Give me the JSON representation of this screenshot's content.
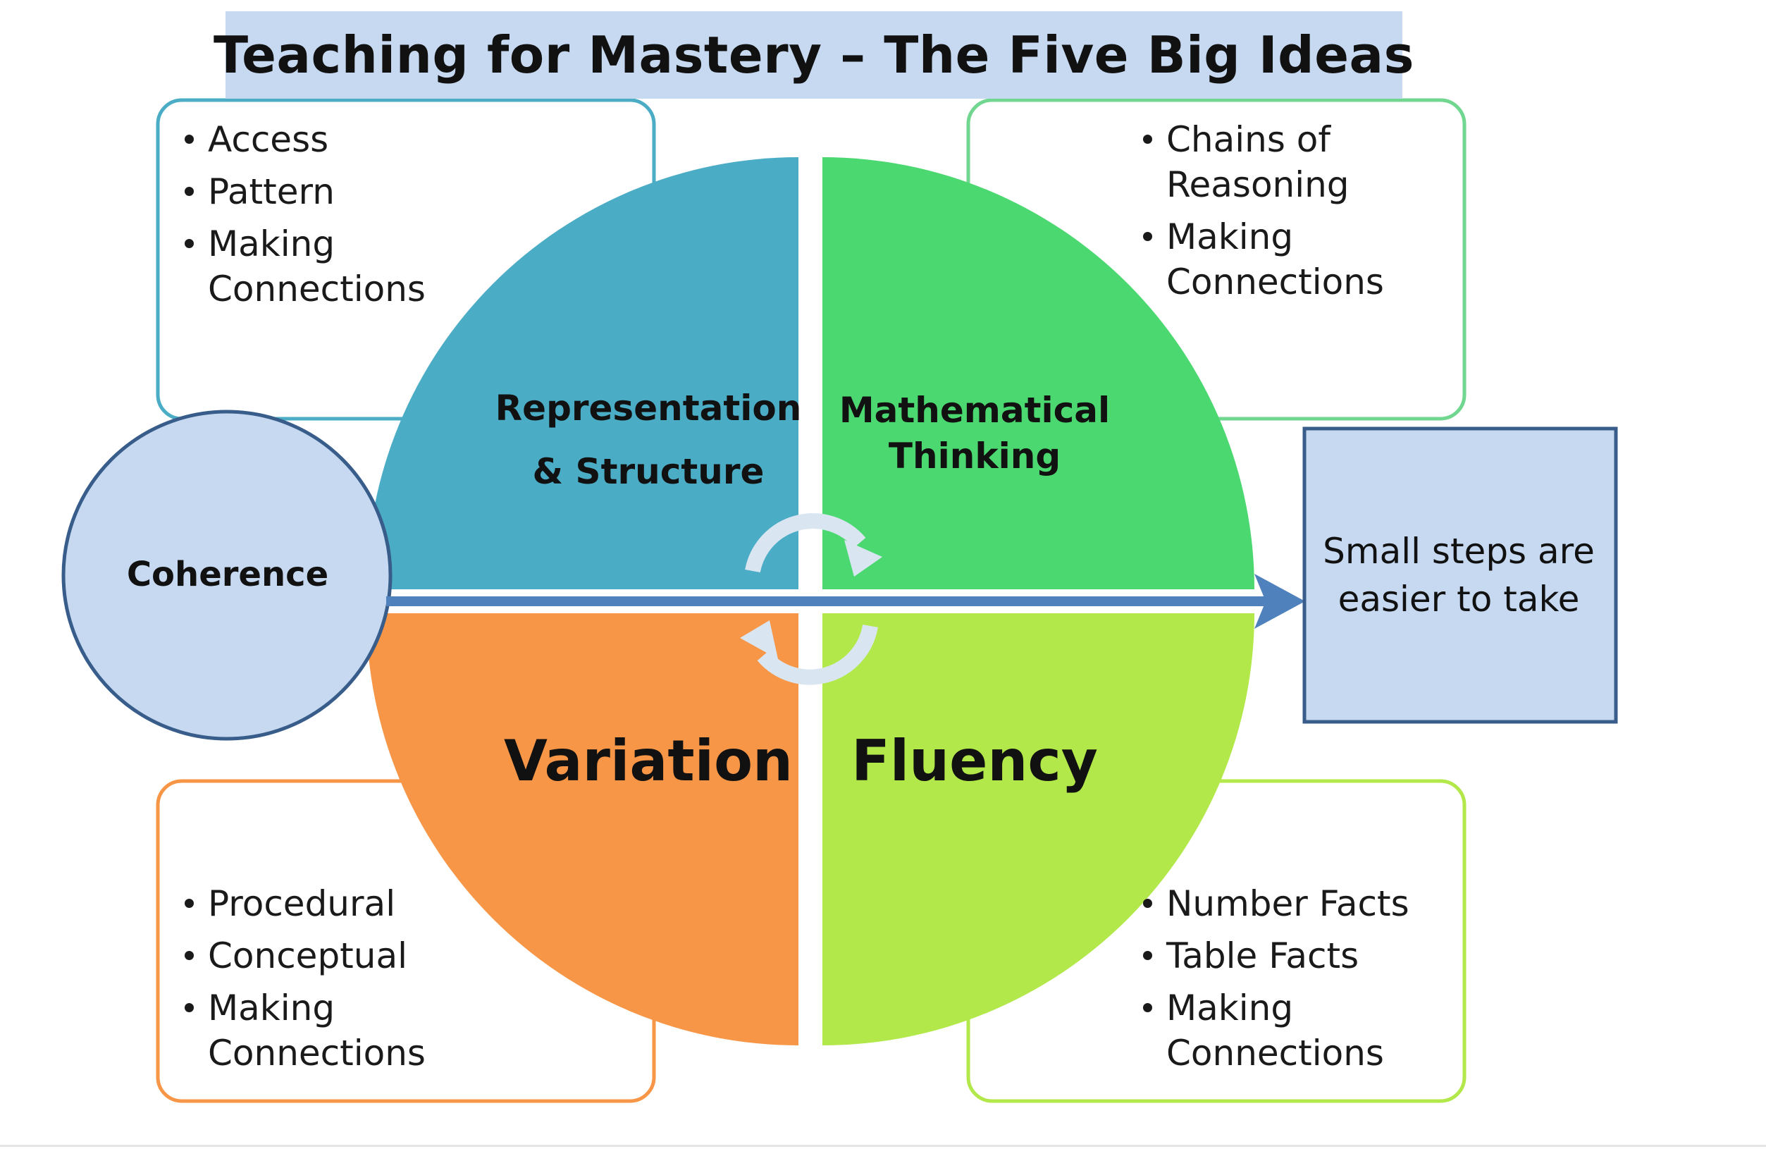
{
  "title": "Teaching for Mastery – The Five Big Ideas",
  "colors": {
    "title_bg": "#c6d9f1",
    "representation": "#4bacc6",
    "mathematical_thinking": "#4cd870",
    "variation": "#f79646",
    "fluency": "#b2e84a",
    "coherence_fill": "#c6d9f1",
    "coherence_border": "#385d8a",
    "arrow": "#4f81bd",
    "steps_box_fill": "#c6d9f1",
    "steps_box_border": "#385d8a",
    "box_tl_border": "#4bacc6",
    "box_tr_border": "#71d68f",
    "box_bl_border": "#f79646",
    "box_br_border": "#b2e84a"
  },
  "quadrants": {
    "representation": {
      "label": "Representation\n& Structure"
    },
    "mathematical_thinking": {
      "label": "Mathematical\nThinking"
    },
    "variation": {
      "label": "Variation"
    },
    "fluency": {
      "label": "Fluency"
    }
  },
  "lists": {
    "representation": [
      "Access",
      "Pattern",
      "Making\nConnections"
    ],
    "mathematical_thinking": [
      "Chains of\nReasoning",
      "Making\nConnections"
    ],
    "variation": [
      "Procedural",
      "Conceptual",
      "Making\nConnections"
    ],
    "fluency": [
      "Number Facts",
      "Table Facts",
      "Making\nConnections"
    ]
  },
  "coherence": {
    "label": "Coherence"
  },
  "small_steps": {
    "text": "Small steps are\neasier to take"
  },
  "icons": {
    "cycle": "cycle-arrows-icon",
    "flow": "arrow-right-icon"
  }
}
